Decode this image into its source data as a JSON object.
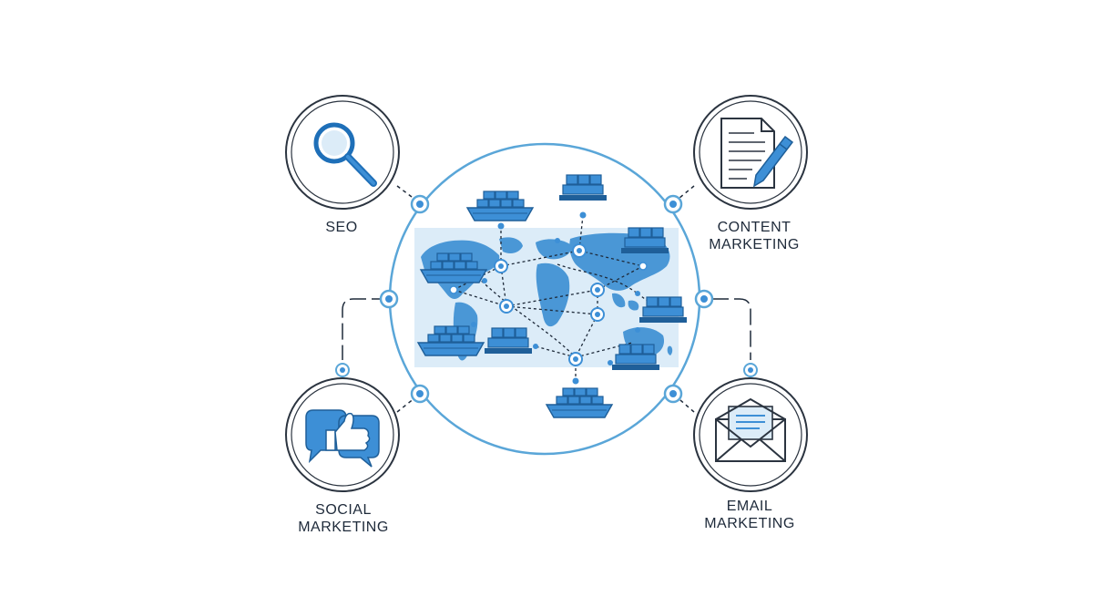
{
  "nodes": {
    "seo": {
      "line1": "SEO",
      "line2": "",
      "icon": "magnifying-glass-icon"
    },
    "content": {
      "line1": "CONTENT",
      "line2": "MARKETING",
      "icon": "document-pen-icon"
    },
    "social": {
      "line1": "SOCIAL",
      "line2": "MARKETING",
      "icon": "thumbs-up-chat-icon"
    },
    "email": {
      "line1": "EMAIL",
      "line2": "MARKETING",
      "icon": "envelope-letter-icon"
    }
  },
  "hub": {
    "icon": "world-map-shipping-icon"
  },
  "colors": {
    "accent": "#3d8fd6",
    "accent_dark": "#1f5f99",
    "ring": "#5aa6d8",
    "outline": "#2b3440",
    "map_bg": "#dcecf8",
    "land": "#4a97d6"
  }
}
